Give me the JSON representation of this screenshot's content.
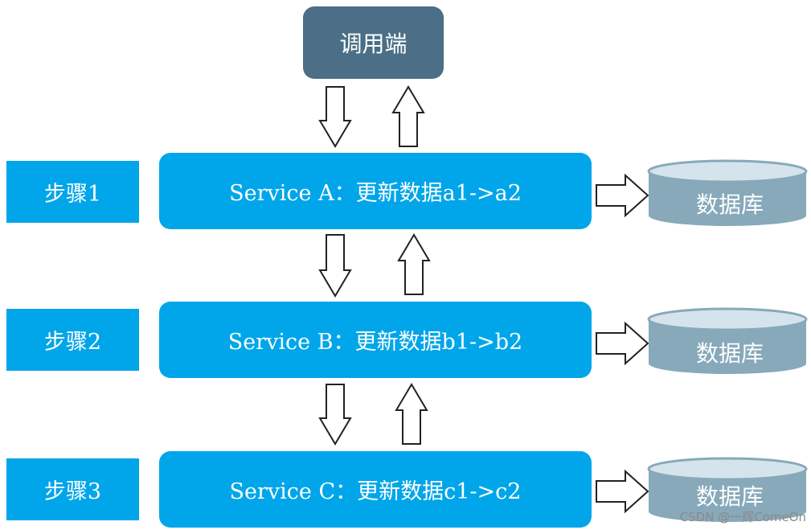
{
  "caller": {
    "label": "调用端"
  },
  "steps": [
    {
      "label": "步骤1",
      "service": "Service A：更新数据a1->a2",
      "db": "数据库"
    },
    {
      "label": "步骤2",
      "service": "Service B：更新数据b1->b2",
      "db": "数据库"
    },
    {
      "label": "步骤3",
      "service": "Service C：更新数据c1->c2",
      "db": "数据库"
    }
  ],
  "watermark": "CSDN @一辉ComeOn",
  "colors": {
    "caller_fill": "#4a6f86",
    "service_fill": "#00a6e9",
    "db_fill": "#87a9ba",
    "db_top": "#d5e4ec"
  }
}
